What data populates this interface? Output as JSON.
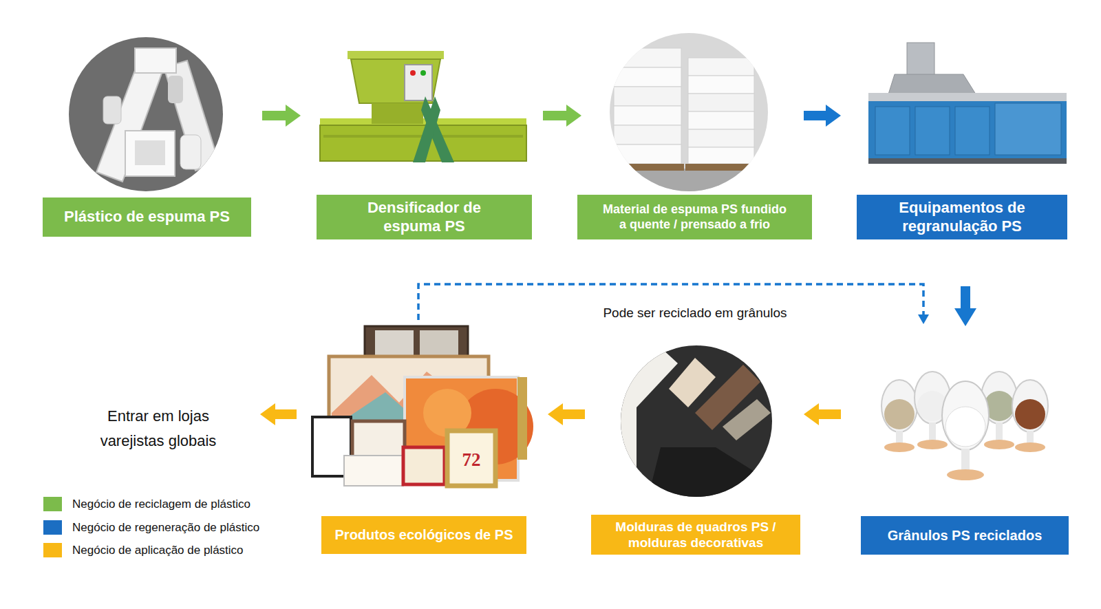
{
  "diagram": {
    "nodes": [
      {
        "text": [
          "Plástico de espuma PS"
        ]
      },
      {
        "text": [
          "Densificador de espuma PS"
        ]
      },
      {
        "text": [
          "Material de espuma PS fundido a quente / prensado a frio"
        ]
      },
      {
        "text": [
          "Equipamentos de regranulação PS"
        ]
      },
      {
        "text": [
          "Entrar em lojas varejistas globais"
        ]
      },
      {
        "text": [
          "Produtos ecológicos de PS"
        ]
      },
      {
        "text": [
          "Molduras de quadros PS / molduras decorativas"
        ]
      },
      {
        "text": [
          "Grânulos PS reciclados"
        ]
      }
    ],
    "edges": [
      {
        "from": 0,
        "to": 1,
        "arrow": "to"
      },
      {
        "from": 1,
        "to": 2,
        "arrow": "to"
      },
      {
        "from": 2,
        "to": 3,
        "arrow": "to"
      },
      {
        "from": 3,
        "to": 7,
        "arrow": "to"
      },
      {
        "from": 7,
        "to": 6,
        "arrow": "to"
      },
      {
        "from": 6,
        "to": 5,
        "arrow": "to"
      },
      {
        "from": 5,
        "to": 4,
        "arrow": "to"
      },
      {
        "from": 5,
        "to": 7,
        "label": "Pode ser reciclado em grânulos",
        "arrow": "to"
      }
    ],
    "labels": [
      "72"
    ],
    "legend": [
      {
        "text": "Negócio de reciclagem de plástico",
        "color": "#7cbb4b"
      },
      {
        "text": "Negócio de regeneração de plástico",
        "color": "#1b6ec2"
      },
      {
        "text": "Negócio de aplicação de plástico",
        "color": "#f8b816"
      }
    ]
  }
}
